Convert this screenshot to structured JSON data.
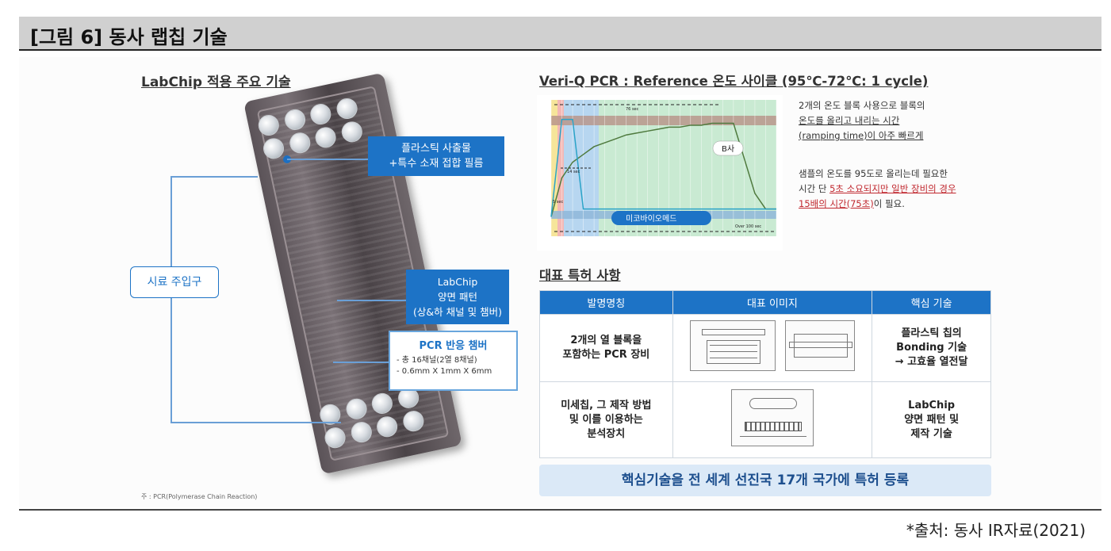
{
  "header": {
    "title": "[그림 6] 동사 랩칩 기술"
  },
  "left": {
    "title": "LabChip 적용 주요 기술",
    "callout_top": [
      "플라스틱 사출물",
      "+특수 소재 접합 필름"
    ],
    "callout_inlet": "시료 주입구",
    "callout_pattern": [
      "LabChip",
      "양면 패턴",
      "(상&하 채널 및 챔버)"
    ],
    "callout_pcr_title": "PCR 반응 챔버",
    "callout_pcr_lines": [
      "- 총 16채널(2열 8채널)",
      "- 0.6mm X 1mm X 6mm"
    ],
    "footnote": "주 : PCR(Polymerase Chain Reaction)"
  },
  "right": {
    "chart_title": "Veri-Q PCR : Reference 온도 사이클 (95℃-72℃: 1 cycle)",
    "chart_labels": {
      "b_company": "B사",
      "micobio": "미코바이오메드",
      "t76": "76 sec",
      "t14": "14 sec",
      "t5": "5 sec",
      "over100": "Over 100 sec"
    },
    "desc1": [
      "2개의 온도 블록 사용으로 블록의",
      "온도를 올리고 내리는 시간",
      "(ramping time)이 아주 빠르게"
    ],
    "desc2_line1": "샘플의 온도를 95도로 올리는데 필요한",
    "desc2_line2_pre": "시간 단 ",
    "desc2_line2_red": "5초 소요되지만 일반 장비의 경우",
    "desc2_line3_red": "15배의 시간(75초)",
    "desc2_line3_post": "이 필요.",
    "patent_title": "대표 특허 사항",
    "table": {
      "headers": [
        "발명명칭",
        "대표 이미지",
        "핵심 기술"
      ],
      "rows": [
        {
          "name": [
            "2개의 열 블록을",
            "포함하는 PCR 장비"
          ],
          "tech": [
            "플라스틱 칩의",
            "Bonding 기술",
            "→ 고효율 열전달"
          ]
        },
        {
          "name": [
            "미세칩, 그 제작 방법",
            "및 이를 이용하는",
            "분석장치"
          ],
          "tech": [
            "LabChip",
            "양면 패턴 및",
            "제작 기술"
          ]
        }
      ]
    },
    "banner": "핵심기술을 전 세계 선진국 17개 국가에 특허 등록"
  },
  "source": "*출처: 동사 IR자료(2021)",
  "chart_data": {
    "type": "line",
    "title": "Veri-Q PCR : Reference 온도 사이클 (95℃-72℃: 1 cycle)",
    "x": [
      0,
      5,
      10,
      15,
      20,
      25,
      30,
      35,
      40,
      45,
      50,
      55,
      60,
      65,
      70,
      75,
      80,
      85,
      90,
      95,
      100,
      105
    ],
    "series": [
      {
        "name": "B사",
        "values": [
          70,
          80,
          84,
          86,
          88,
          89,
          90,
          91,
          91.5,
          92,
          92.5,
          93,
          93,
          93.5,
          93.5,
          94,
          94,
          94,
          85,
          76,
          72,
          72
        ]
      },
      {
        "name": "미코바이오메드",
        "values": [
          70,
          95,
          95,
          72,
          72,
          72,
          72,
          72,
          72,
          72,
          72,
          72,
          72,
          72,
          72,
          72,
          72,
          72,
          72,
          72,
          72,
          72
        ]
      }
    ],
    "ylim": [
      65,
      100
    ],
    "colors": {
      "b_company": "#4f7a3e",
      "micobio": "#2aa3c8"
    }
  }
}
